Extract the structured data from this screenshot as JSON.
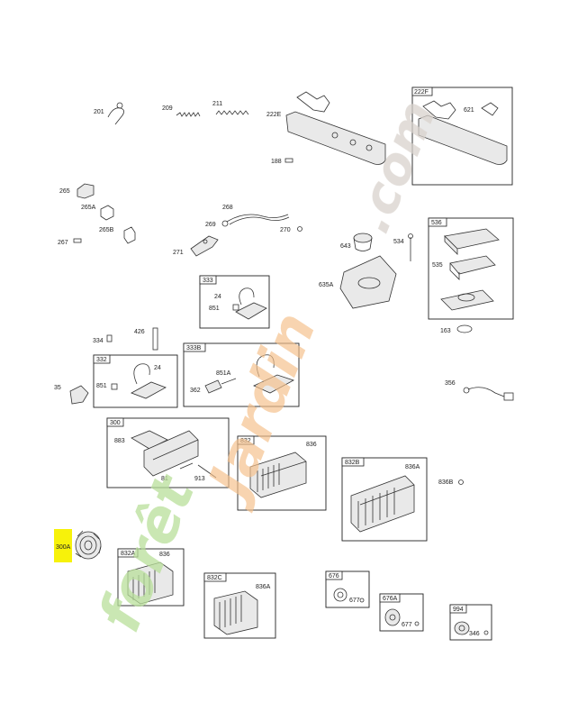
{
  "labels": {
    "p201": "201",
    "p209": "209",
    "p211": "211",
    "p222E": "222E",
    "p222F": "222F",
    "p621": "621",
    "p188": "188",
    "p265": "265",
    "p265A": "265A",
    "p265B": "265B",
    "p267": "267",
    "p268": "268",
    "p269": "269",
    "p270": "270",
    "p271": "271",
    "p643": "643",
    "p534": "534",
    "p536": "536",
    "p535": "535",
    "p635A": "635A",
    "p163": "163",
    "p333": "333",
    "p24a": "24",
    "p851a": "851",
    "p334": "334",
    "p426": "426",
    "p332": "332",
    "p851b": "851",
    "p24b": "24",
    "p333B": "333B",
    "p851A": "851A",
    "p362": "362",
    "p35": "35",
    "p356": "356",
    "p300": "300",
    "p883": "883",
    "p81": "81",
    "p913": "913",
    "p832": "832",
    "p836a": "836",
    "p832B": "832B",
    "p836Aa": "836A",
    "p836B": "836B",
    "p300A": "300A",
    "p832A": "832A",
    "p836b": "836",
    "p832C": "832C",
    "p836Ab": "836A",
    "p676": "676",
    "p677a": "677",
    "p676A": "676A",
    "p677b": "677",
    "p994": "994",
    "p346": "346"
  },
  "watermark": {
    "text_a": "forêt",
    "text_b": "Jardin",
    "text_c": ".com"
  },
  "colors": {
    "watermark_green": "#b9df9a",
    "watermark_orange": "#f4c08a",
    "watermark_grey": "#d9d2cc",
    "highlight_yellow": "#f7f20a"
  }
}
